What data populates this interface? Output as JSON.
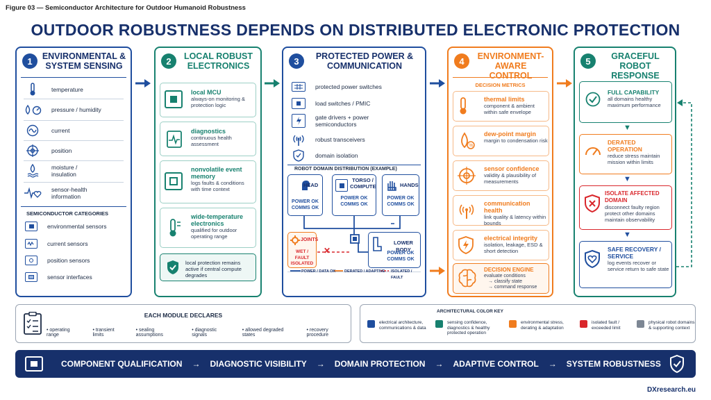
{
  "figure_label": "Figure 03 — Semiconductor Architecture for Outdoor Humanoid Robustness",
  "title": "OUTDOOR ROBUSTNESS DEPENDS ON DISTRIBUTED ELECTRONIC PROTECTION",
  "colors": {
    "blue": "#1f4e9e",
    "teal": "#17816f",
    "orange": "#f07c1e",
    "red": "#d9262b",
    "gray": "#7d8794",
    "navy": "#17306b"
  },
  "col1": {
    "num": "1",
    "title": "ENVIRONMENTAL & SYSTEM SENSING",
    "items": [
      {
        "icon": "thermometer-icon",
        "label": "temperature"
      },
      {
        "icon": "pressure-gauge-icon",
        "label": "pressure / humidity"
      },
      {
        "icon": "current-wave-icon",
        "label": "current"
      },
      {
        "icon": "crosshair-icon",
        "label": "position"
      },
      {
        "icon": "water-drop-icon",
        "label": "moisture / insulation"
      },
      {
        "icon": "heartbeat-icon",
        "label": "sensor-health information"
      }
    ],
    "cat_title": "SEMICONDUCTOR CATEGORIES",
    "cats": [
      "environmental sensors",
      "current sensors",
      "position sensors",
      "sensor interfaces"
    ]
  },
  "col2": {
    "num": "2",
    "title": "LOCAL ROBUST ELECTRONICS",
    "cards": [
      {
        "title": "local MCU",
        "desc": "always-on monitoring & protection logic"
      },
      {
        "title": "diagnostics",
        "desc": "continuous health assessment"
      },
      {
        "title": "nonvolatile event memory",
        "desc": "logs faults & conditions with time context"
      },
      {
        "title": "wide-temperature electronics",
        "desc": "qualified for outdoor operating range"
      }
    ],
    "note": "local protection remains active if central compute degrades"
  },
  "col3": {
    "num": "3",
    "title": "PROTECTED POWER & COMMUNICATION",
    "items": [
      "protected power switches",
      "load switches / PMIC",
      "gate drivers + power semiconductors",
      "robust transceivers",
      "domain isolation"
    ],
    "dist_title": "ROBOT DOMAIN DISTRIBUTION (EXAMPLE)",
    "head": {
      "name": "HEAD",
      "status": "POWER OK\nCOMMS OK"
    },
    "torso": {
      "name": "TORSO / COMPUTE",
      "status": "POWER OK\nCOMMS OK"
    },
    "hands": {
      "name": "HANDS",
      "status": "POWER OK\nCOMMS OK"
    },
    "joints": {
      "name": "JOINTS",
      "status": "WET / FAULT\nISOLATED"
    },
    "lower": {
      "name": "LOWER BODY",
      "status": "POWER OK\nCOMMS OK"
    },
    "legend": [
      "POWER / DATA OK",
      "DERATED / ADAPTIVE",
      "ISOLATED / FAULT"
    ]
  },
  "col4": {
    "num": "4",
    "title": "ENVIRONMENT-AWARE CONTROL",
    "metrics_title": "DECISION METRICS",
    "metrics": [
      {
        "title": "thermal limits",
        "desc": "component & ambient within safe envelope"
      },
      {
        "title": "dew-point margin",
        "desc": "margin to condensation risk"
      },
      {
        "title": "sensor confidence",
        "desc": "validity & plausibility of measurements"
      },
      {
        "title": "communication health",
        "desc": "link quality & latency within bounds"
      },
      {
        "title": "electrical integrity",
        "desc": "isolation, leakage, ESD & short detection"
      }
    ],
    "engine": {
      "title": "DECISION ENGINE",
      "desc": "evaluate conditions",
      "steps": [
        "→ classify state",
        "→ command response"
      ]
    }
  },
  "col5": {
    "num": "5",
    "title": "GRACEFUL ROBOT RESPONSE",
    "states": [
      {
        "title": "FULL CAPABILITY",
        "desc": "all domains healthy maximum performance"
      },
      {
        "title": "DERATED OPERATION",
        "desc": "reduce stress maintain mission within limits"
      },
      {
        "title": "ISOLATE AFFECTED DOMAIN",
        "desc": "disconnect faulty region protect other domains maintain observability"
      },
      {
        "title": "SAFE RECOVERY / SERVICE",
        "desc": "log events recover or service return to safe state"
      }
    ]
  },
  "declares": {
    "title": "EACH MODULE DECLARES",
    "items": [
      "operating range",
      "transient limits",
      "sealing assumptions",
      "diagnostic signals",
      "allowed degraded states",
      "recovery procedure"
    ]
  },
  "color_key": {
    "title": "ARCHITECTURAL COLOR KEY",
    "items": [
      {
        "color": "#1f4e9e",
        "label": "electrical architecture, communications & data"
      },
      {
        "color": "#17816f",
        "label": "sensing confidence, diagnostics & healthy protected operation"
      },
      {
        "color": "#f07c1e",
        "label": "environmental stress, derating & adaptation"
      },
      {
        "color": "#d9262b",
        "label": "isolated fault / exceeded limit"
      },
      {
        "color": "#7d8794",
        "label": "physical robot domains & supporting context"
      }
    ]
  },
  "banner": [
    "COMPONENT QUALIFICATION",
    "DIAGNOSTIC VISIBILITY",
    "DOMAIN PROTECTION",
    "ADAPTIVE CONTROL",
    "SYSTEM ROBUSTNESS"
  ],
  "banner_arrow": "→",
  "credit": "DXresearch.eu"
}
